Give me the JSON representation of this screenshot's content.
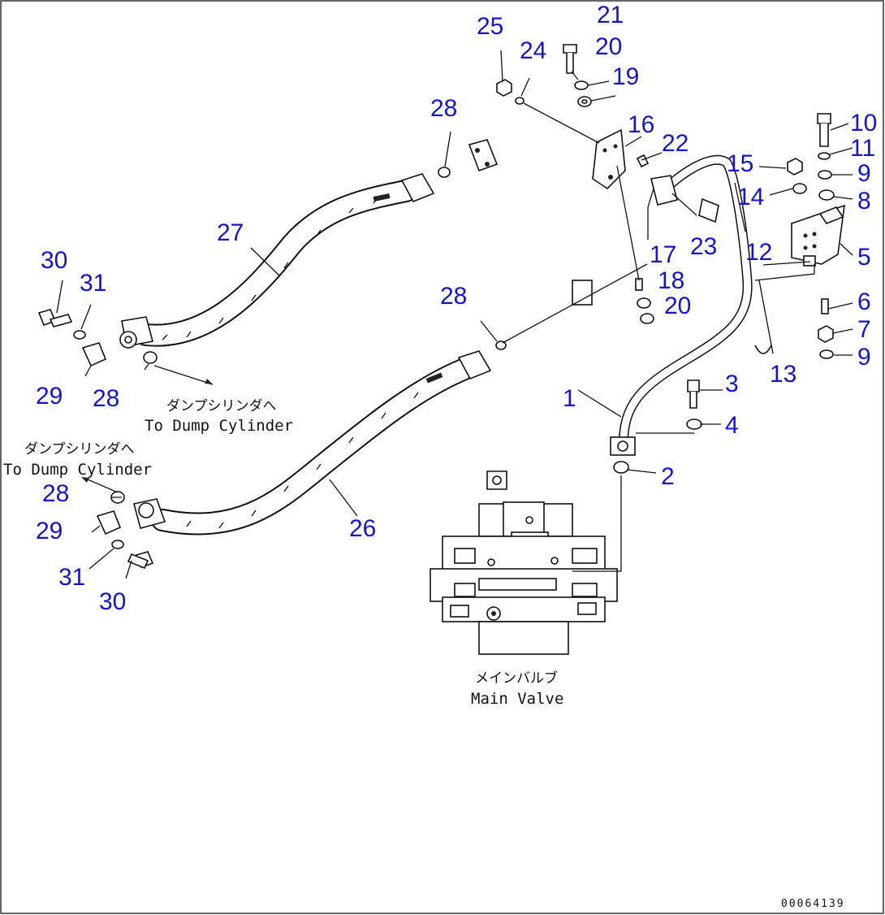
{
  "labels": [
    {
      "id": "1",
      "text": "1"
    },
    {
      "id": "2",
      "text": "2"
    },
    {
      "id": "3",
      "text": "3"
    },
    {
      "id": "4",
      "text": "4"
    },
    {
      "id": "5",
      "text": "5"
    },
    {
      "id": "6",
      "text": "6"
    },
    {
      "id": "7",
      "text": "7"
    },
    {
      "id": "8",
      "text": "8"
    },
    {
      "id": "9a",
      "text": "9"
    },
    {
      "id": "9b",
      "text": "9"
    },
    {
      "id": "10",
      "text": "10"
    },
    {
      "id": "11",
      "text": "11"
    },
    {
      "id": "12",
      "text": "12"
    },
    {
      "id": "13",
      "text": "13"
    },
    {
      "id": "14",
      "text": "14"
    },
    {
      "id": "15",
      "text": "15"
    },
    {
      "id": "16",
      "text": "16"
    },
    {
      "id": "17",
      "text": "17"
    },
    {
      "id": "18",
      "text": "18"
    },
    {
      "id": "19",
      "text": "19"
    },
    {
      "id": "20a",
      "text": "20"
    },
    {
      "id": "20b",
      "text": "20"
    },
    {
      "id": "21",
      "text": "21"
    },
    {
      "id": "22",
      "text": "22"
    },
    {
      "id": "23",
      "text": "23"
    },
    {
      "id": "24",
      "text": "24"
    },
    {
      "id": "25",
      "text": "25"
    },
    {
      "id": "26",
      "text": "26"
    },
    {
      "id": "27",
      "text": "27"
    },
    {
      "id": "28a",
      "text": "28"
    },
    {
      "id": "28b",
      "text": "28"
    },
    {
      "id": "28c",
      "text": "28"
    },
    {
      "id": "28d",
      "text": "28"
    },
    {
      "id": "29a",
      "text": "29"
    },
    {
      "id": "29b",
      "text": "29"
    },
    {
      "id": "30a",
      "text": "30"
    },
    {
      "id": "30b",
      "text": "30"
    },
    {
      "id": "31a",
      "text": "31"
    },
    {
      "id": "31b",
      "text": "31"
    }
  ],
  "captions": {
    "dump_cylinder_upper_jp": "ダンプシリンダへ",
    "dump_cylinder_upper_en": "To Dump Cylinder",
    "dump_cylinder_lower_jp": "ダンプシリンダへ",
    "dump_cylinder_lower_en": "To Dump Cylinder",
    "main_valve_jp": "メインバルブ",
    "main_valve_en": "Main Valve"
  },
  "drawing_code": "00064139",
  "colors": {
    "label": "#1414c8",
    "line": "#111111",
    "background": "#ffffff"
  }
}
